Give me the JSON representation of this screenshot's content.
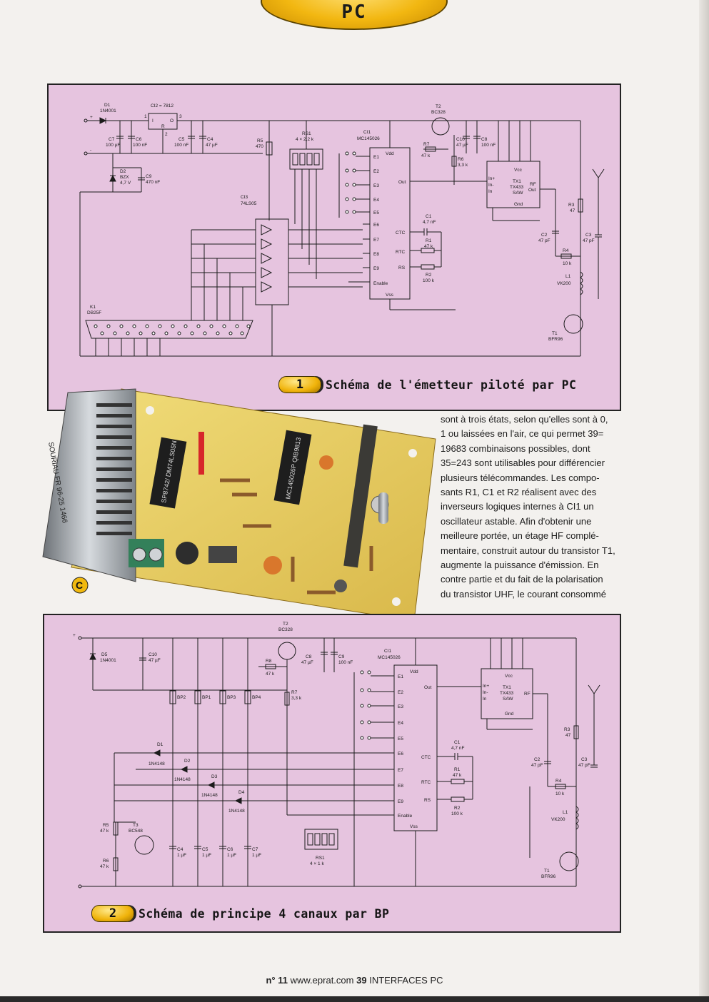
{
  "header": {
    "section_tab": "PC"
  },
  "figure1": {
    "caption_number": "1",
    "caption": "Schéma de l'émetteur piloté par PC",
    "labels": {
      "d1": "D1",
      "d1_val": "1N4001",
      "ci2": "CI2 = 7812",
      "reg_i": "I",
      "reg_o": "O",
      "reg_r": "R",
      "reg_p1": "1",
      "reg_p2": "2",
      "reg_p3": "3",
      "plus_in": "+",
      "minus_in": "-",
      "c7": "C7",
      "c7_val": "100 µF",
      "c6": "C6",
      "c6_val": "100 nF",
      "c5": "C5",
      "c5_val": "100 nF",
      "c4": "C4",
      "c4_val": "47 µF",
      "r5": "R5",
      "r5_val": "470",
      "d2": "D2",
      "d2_val": "BZX",
      "d2_v": "4,7 V",
      "c9": "C9",
      "c9_val": "470 nF",
      "rs1": "RS1",
      "rs1_val": "4 × 2,2 k",
      "ci1": "CI1",
      "ci1_val": "MC145026",
      "ci3": "CI3",
      "ci3_val": "74LS05",
      "t2": "T2",
      "t2_val": "BC328",
      "r7": "R7",
      "r7_val": "47 k",
      "r6": "R6",
      "r6_val": "3,3 k",
      "c10": "C10",
      "c10_val": "47 µF",
      "c8": "C8",
      "c8_val": "100 nF",
      "vdd": "Vdd",
      "vss": "Vss",
      "out": "Out",
      "ctc": "CTC",
      "rtc": "RTC",
      "rs": "RS",
      "enable": "Enable",
      "e1": "E1",
      "e2": "E2",
      "e3": "E3",
      "e4": "E4",
      "e5": "E5",
      "e6": "E6",
      "e7": "E7",
      "e8": "E8",
      "e9": "E9",
      "c1": "C1",
      "c1_val": "4,7 nF",
      "r1": "R1",
      "r1_val": "47 k",
      "r2": "R2",
      "r2_val": "100 k",
      "tx1": "TX1",
      "tx1_val": "TX433",
      "tx1_saw": "SAW",
      "vcc": "Vcc",
      "gnd": "Gnd",
      "in_plus": "In+",
      "in_minus": "In-",
      "in": "In",
      "rf_out": "RF",
      "rf_out2": "Out",
      "r3": "R3",
      "r3_val": "47",
      "c2": "C2",
      "c2_val": "47 pF",
      "c3": "C3",
      "c3_val": "47 pF",
      "r4": "R4",
      "r4_val": "10 k",
      "l1": "L1",
      "l1_val": "VK200",
      "t1": "T1",
      "t1_val": "BFR96",
      "k1": "K1",
      "k1_val": "DB25F"
    }
  },
  "figure2": {
    "caption_number": "2",
    "caption": "Schéma de principe 4 canaux par BP",
    "labels": {
      "plus": "+",
      "d5": "D5",
      "d5_val": "1N4001",
      "c10": "C10",
      "c10_val": "47 µF",
      "bp2": "BP2",
      "bp1": "BP1",
      "bp3": "BP3",
      "bp4": "BP4",
      "t2": "T2",
      "t2_val": "BC328",
      "r8": "R8",
      "r8_val": "47 k",
      "r7": "R7",
      "r7_val": "3,3 k",
      "c8": "C8",
      "c8_val": "47 µF",
      "c9": "C9",
      "c9_val": "100 nF",
      "ci1": "CI1",
      "ci1_val": "MC145026",
      "d1": "D1",
      "d2": "D2",
      "d3": "D3",
      "d4": "D4",
      "diode_val": "1N4148",
      "r5": "R5",
      "r5_val": "47 k",
      "r6": "R6",
      "r6_val": "47 k",
      "t3": "T3",
      "t3_val": "BC548",
      "c4": "C4",
      "c5": "C5",
      "c6": "C6",
      "c7": "C7",
      "cap_val": "1 µF",
      "rs1": "RS1",
      "rs1_val": "4 × 1 k",
      "vdd": "Vdd",
      "vss": "Vss",
      "out": "Out",
      "ctc": "CTC",
      "rtc": "RTC",
      "rs": "RS",
      "enable": "Enable",
      "e1": "E1",
      "e2": "E2",
      "e3": "E3",
      "e4": "E4",
      "e5": "E5",
      "e6": "E6",
      "e7": "E7",
      "e8": "E8",
      "e9": "E9",
      "c1": "C1",
      "c1_val": "4,7 nF",
      "r1": "R1",
      "r1_val": "47 k",
      "r2": "R2",
      "r2_val": "100 k",
      "tx1": "TX1",
      "tx1_val": "TX433",
      "tx1_saw": "SAW",
      "vcc": "Vcc",
      "gnd": "Gnd",
      "in_plus": "In+",
      "in_minus": "In-",
      "in": "In",
      "rf": "RF",
      "r3": "R3",
      "r3_val": "47",
      "c2": "C2",
      "c2_val": "47 pF",
      "c3": "C3",
      "c3_val": "47 pF",
      "r4": "R4",
      "r4_val": "10 k",
      "l1": "L1",
      "l1_val": "VK200",
      "t1": "T1",
      "t1_val": "BFR96"
    }
  },
  "photo": {
    "marker": "C",
    "chip1": "SP8742/ DM74LS05N",
    "chip2": "MC145026P QIB9813",
    "connector_text": "SOURIAU FR 96-25 1466"
  },
  "article": {
    "lines": [
      "sont à trois états, selon qu'elles sont à 0,",
      "1 ou laissées en l'air, ce qui permet 39=",
      "19683 combinaisons possibles, dont",
      "35=243 sont utilisables pour différencier",
      "plusieurs télécommandes. Les compo-",
      "sants R1, C1 et R2 réalisent avec des",
      "inverseurs logiques internes à CI1 un",
      "oscillateur astable. Afin d'obtenir une",
      "meilleure portée, un étage HF complé-",
      "mentaire, construit autour du transistor T1,",
      "augmente la puissance d'émission. En",
      "contre partie et du fait de la polarisation",
      "du transistor UHF, le courant consommé"
    ]
  },
  "footer": {
    "issue": "n° 11",
    "url": "www.eprat.com",
    "page": "39",
    "magazine": "INTERFACES PC"
  }
}
